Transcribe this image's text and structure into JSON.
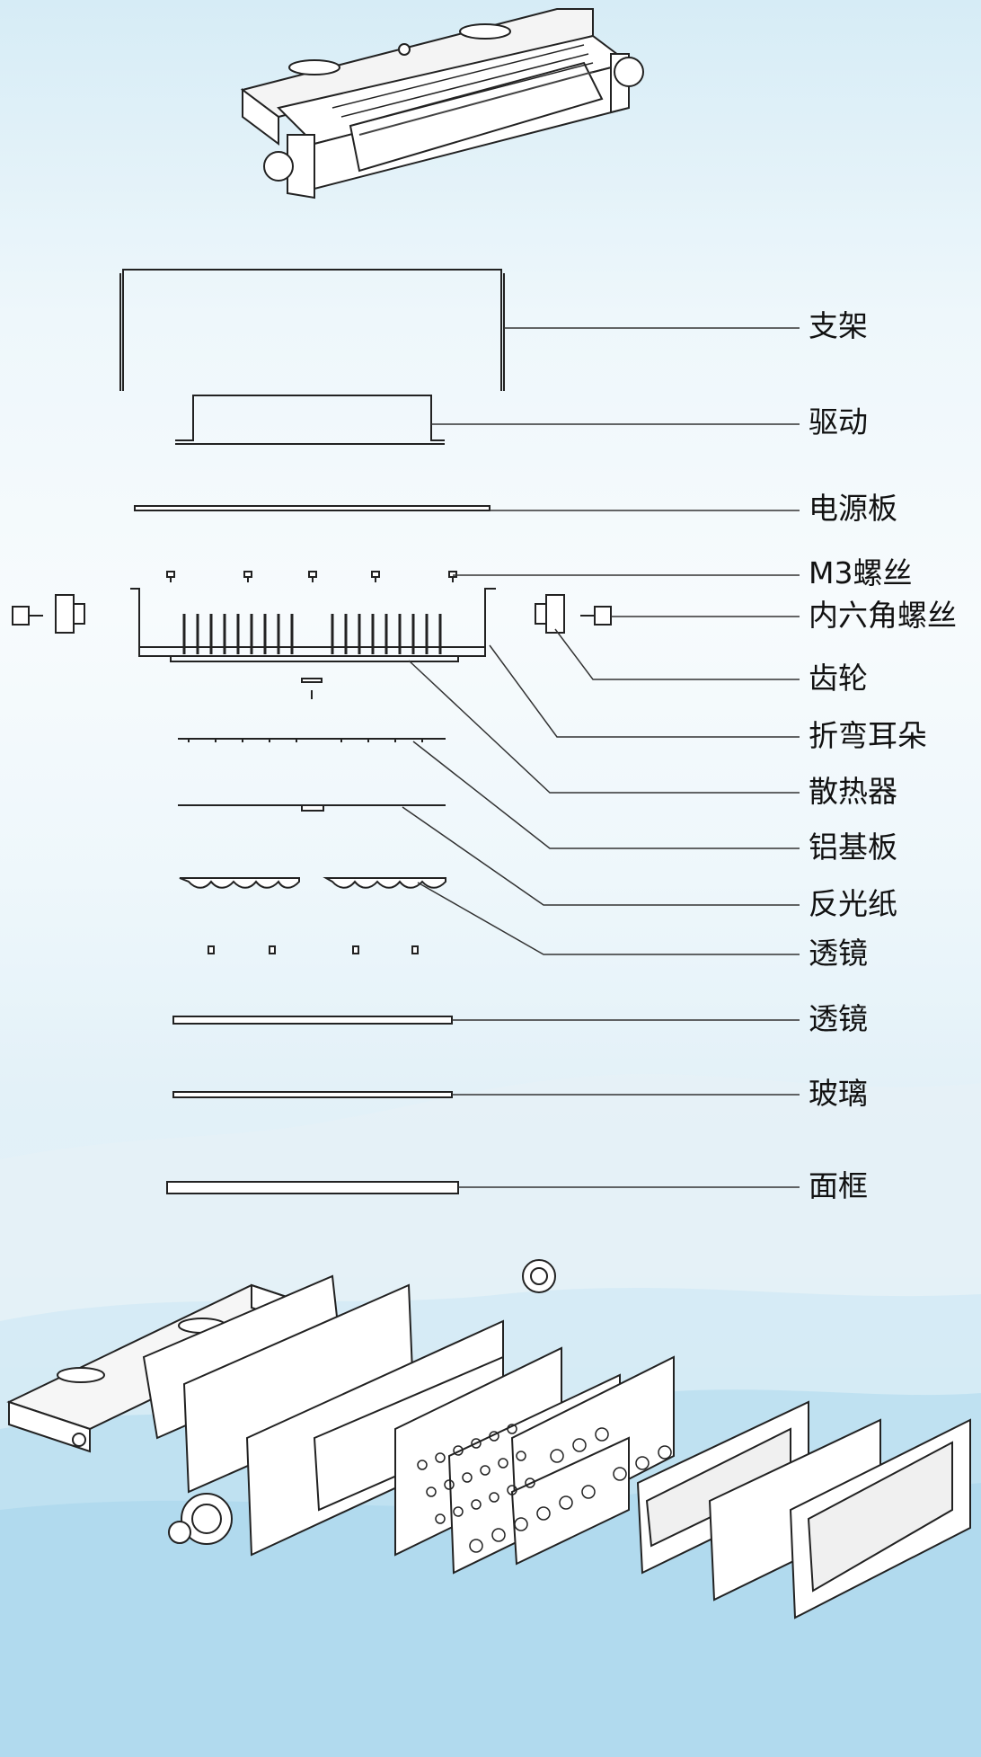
{
  "labels": {
    "bracket": "支架",
    "driver": "驱动",
    "power_board": "电源板",
    "m3_screw": "M3螺丝",
    "hex_screw": "内六角螺丝",
    "gear": "齿轮",
    "bent_ear": "折弯耳朵",
    "heatsink": "散热器",
    "aluminum_board": "铝基板",
    "reflective_paper": "反光纸",
    "lens_small": "透镜",
    "lens_strip": "透镜",
    "glass": "玻璃",
    "face_frame": "面框"
  },
  "colors": {
    "line": "#222222",
    "leader": "#333333"
  }
}
